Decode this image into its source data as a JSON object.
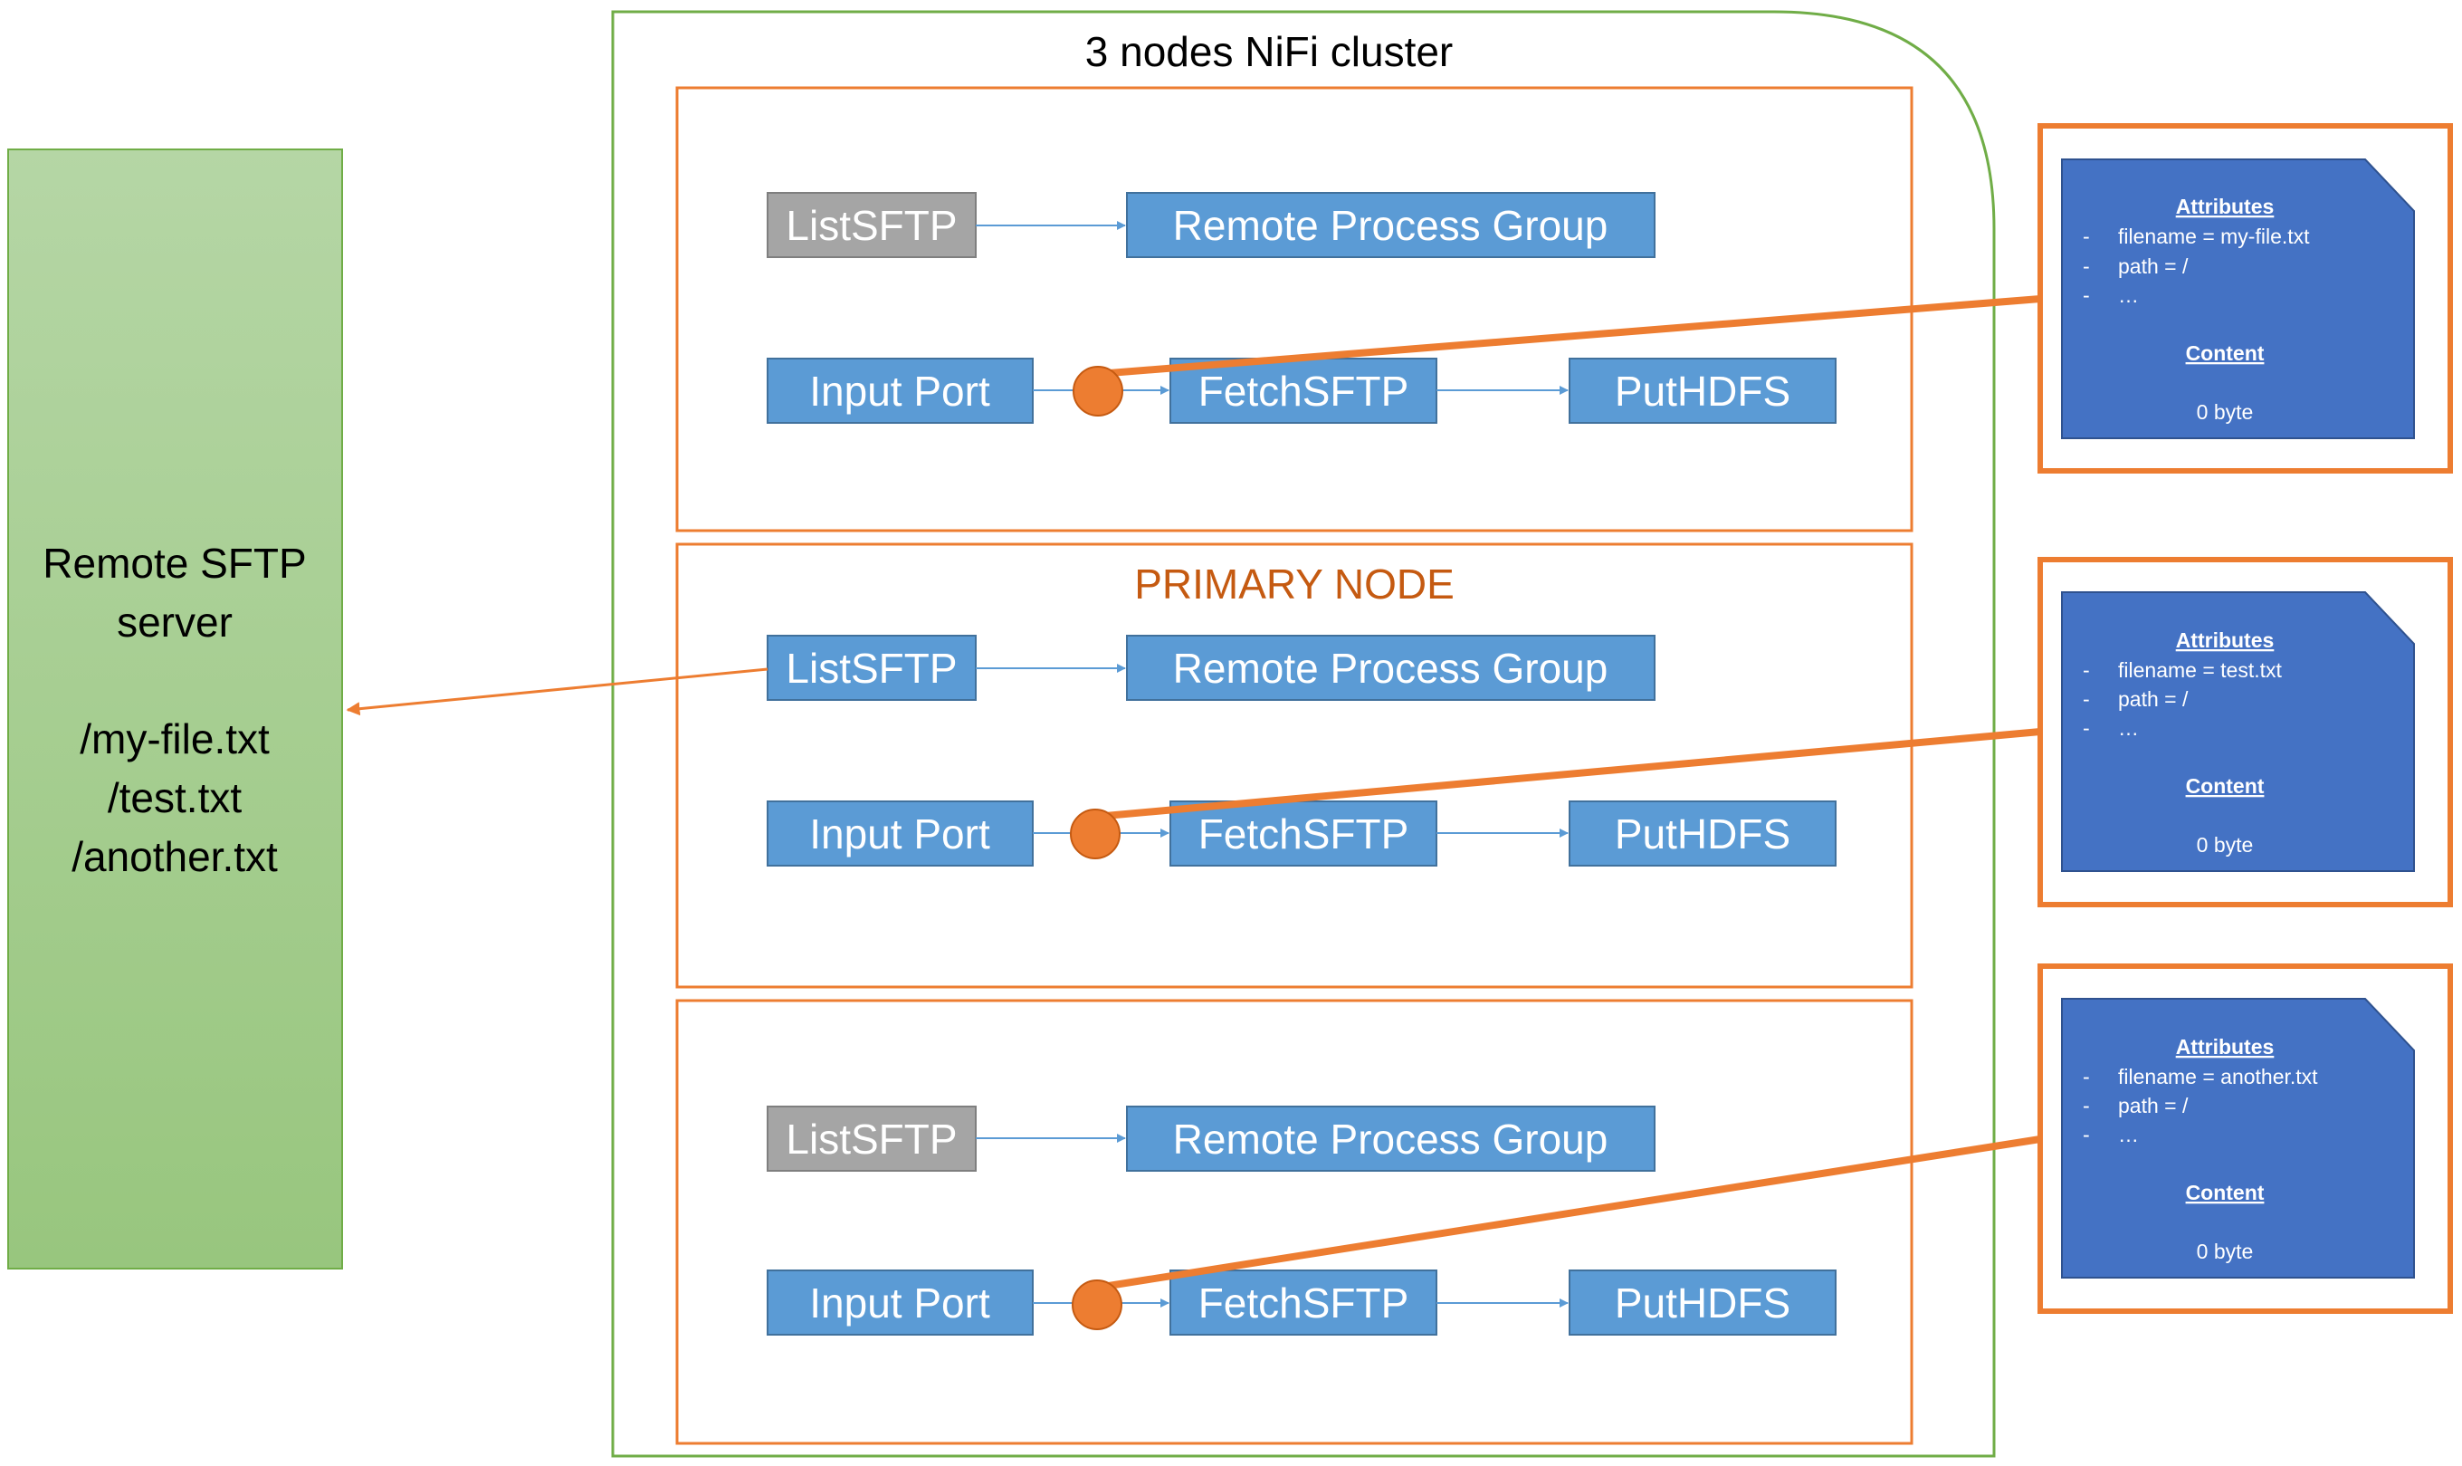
{
  "title": "3 nodes NiFi cluster",
  "server": {
    "name_line1": "Remote SFTP",
    "name_line2": "server",
    "files": [
      "/my-file.txt",
      "/test.txt",
      "/another.txt"
    ]
  },
  "primary_label": "PRIMARY NODE",
  "processors": {
    "list": "ListSFTP",
    "rpg": "Remote Process Group",
    "input": "Input Port",
    "fetch": "FetchSFTP",
    "put": "PutHDFS"
  },
  "flowfiles": [
    {
      "attributes_title": "Attributes",
      "filename": "filename = my-file.txt",
      "path": "path = /",
      "more": "…",
      "content_title": "Content",
      "content": "0 byte",
      "bullet": "-"
    },
    {
      "attributes_title": "Attributes",
      "filename": "filename = test.txt",
      "path": "path = /",
      "more": "…",
      "content_title": "Content",
      "content": "0 byte",
      "bullet": "-"
    },
    {
      "attributes_title": "Attributes",
      "filename": "filename = another.txt",
      "path": "path = /",
      "more": "…",
      "content_title": "Content",
      "content": "0 byte",
      "bullet": "-"
    }
  ],
  "colors": {
    "orange": "#ED7D31",
    "primary_text": "#C55A11",
    "blue": "#5B9BD5",
    "blue_border": "#41719C",
    "doc_blue": "#4472C4",
    "doc_border": "#2F528F",
    "gray": "#A5A5A5",
    "green_border": "#70AD47"
  }
}
